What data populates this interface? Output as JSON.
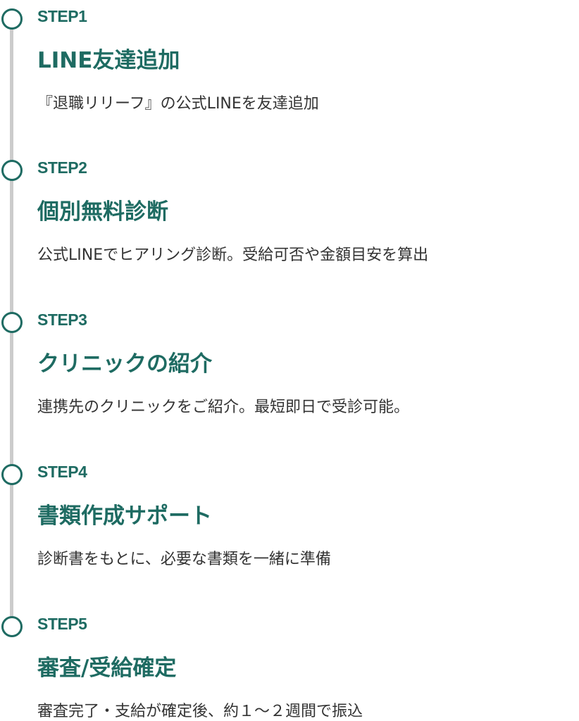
{
  "colors": {
    "accent": "#1e6b62",
    "line": "#cccccc",
    "text": "#333333"
  },
  "steps": [
    {
      "label": "STEP1",
      "title": "LINE友達追加",
      "desc": "『退職リリーフ』の公式LINEを友達追加"
    },
    {
      "label": "STEP2",
      "title": "個別無料診断",
      "desc": "公式LINEでヒアリング診断。受給可否や金額目安を算出"
    },
    {
      "label": "STEP3",
      "title": "クリニックの紹介",
      "desc": "連携先のクリニックをご紹介。最短即日で受診可能。"
    },
    {
      "label": "STEP4",
      "title": "書類作成サポート",
      "desc": "診断書をもとに、必要な書類を一緒に準備"
    },
    {
      "label": "STEP5",
      "title": "審査/受給確定",
      "desc": "審査完了・支給が確定後、約１～２週間で振込"
    }
  ]
}
